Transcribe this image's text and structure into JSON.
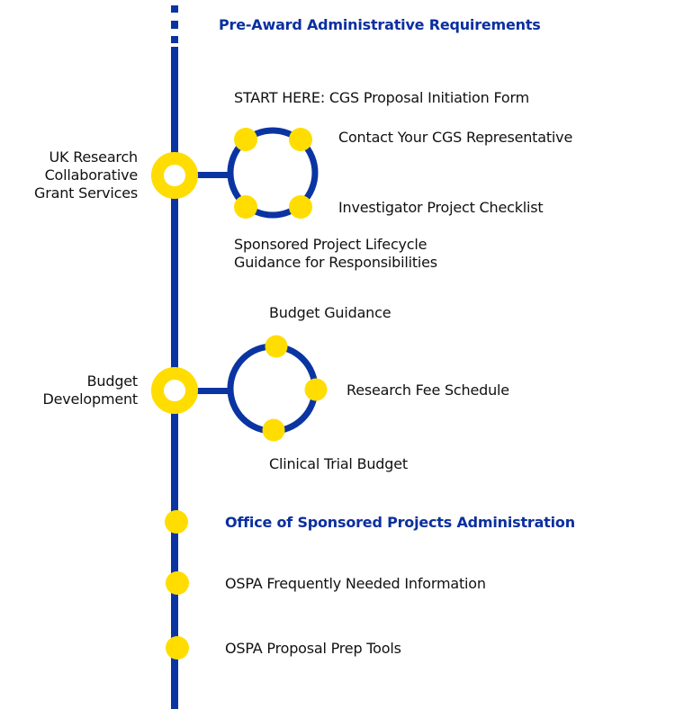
{
  "colors": {
    "line": "#0b34a3",
    "station": "#ffdd00",
    "heading": "#0b2f9f"
  },
  "headings": {
    "pre_award": "Pre-Award Administrative Requirements",
    "ospa": "Office of Sponsored Projects Administration"
  },
  "hubs": [
    {
      "label_lines": [
        "UK Research",
        "Collaborative",
        "Grant Services"
      ]
    },
    {
      "label_lines": [
        "Budget",
        "Development"
      ]
    }
  ],
  "cgs_links": [
    "START HERE: CGS Proposal Initiation Form",
    "Contact Your CGS Representative",
    "Investigator Project Checklist",
    "Sponsored Project Lifecycle",
    "Guidance for Responsibilities"
  ],
  "budget_links": [
    "Budget Guidance",
    "Research Fee Schedule",
    "Clinical Trial Budget"
  ],
  "ospa_links": [
    "OSPA Frequently Needed Information",
    "OSPA Proposal Prep Tools"
  ]
}
